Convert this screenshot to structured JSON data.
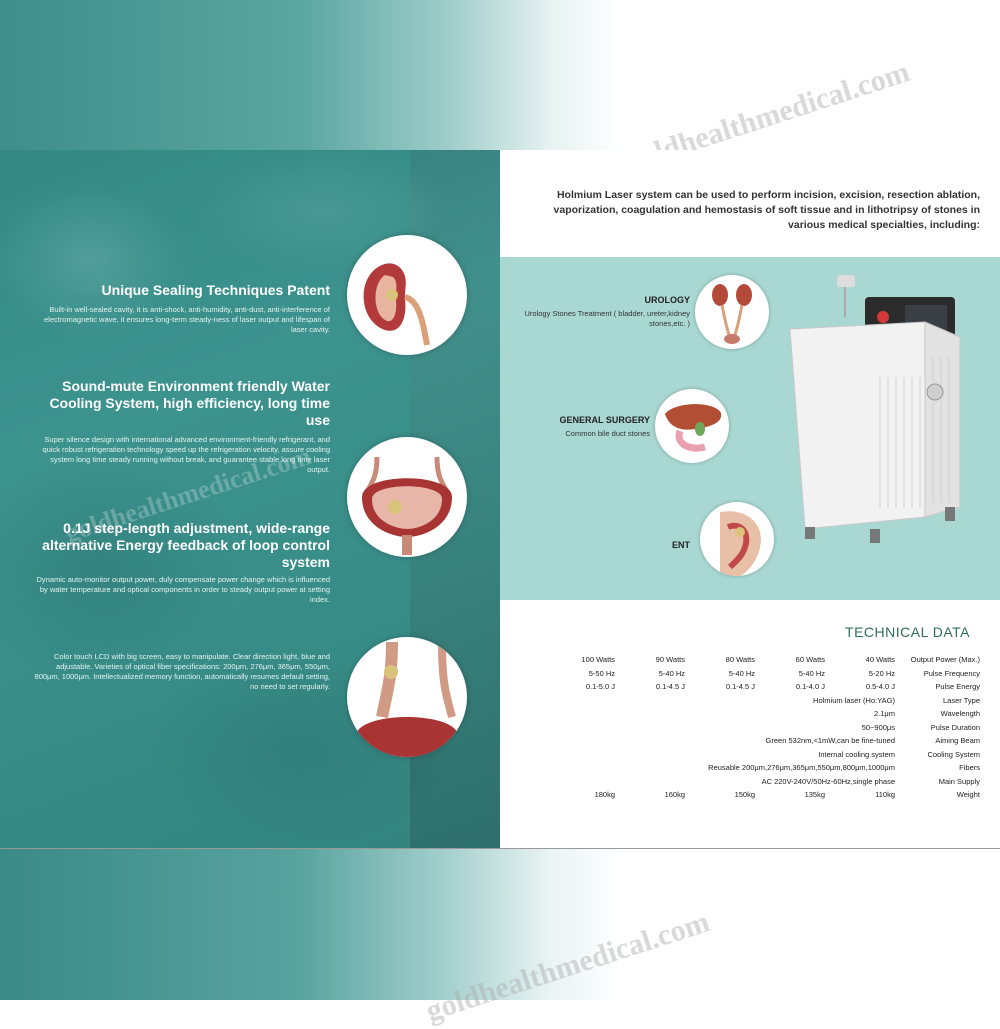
{
  "watermark": "goldhealthmedical.com",
  "left_page": {
    "features": [
      {
        "title": "Unique Sealing Techniques Patent",
        "text": "Built-in well-sealed cavity, it is anti-shock, anti-humidity, anti-dust, anti-interference of electromagnetic wave, it ensures long-term steady-ness of laser output and lifespan of laser cavity."
      },
      {
        "title": "Sound-mute Environment friendly Water Cooling System, high efficiency, long time use",
        "text": "Super silence design with international advanced environment-friendly refrigerant, and quick robust refrigeration technology speed up the refrigeration velocity, assure cooling system long time steady running without break, and guarantee stable long time laser output."
      },
      {
        "title": "0.1J step-length adjustment, wide-range alternative Energy feedback of loop control system",
        "text": "Dynamic auto-monitor output power, duly compensate power change which is influenced by water temperature and optical components in order to steady output power at setting index."
      },
      {
        "title": "",
        "text": "Color touch LCD with big screen, easy to manipulate. Clear direction light, blue and adjustable. Varieties of optical fiber specifications: 200μm, 276μm, 365μm, 550μm, 800μm, 1000μm. Intellectualized memory function, automatically resumes default setting, no need to set regularly."
      }
    ]
  },
  "right_page": {
    "intro": "Holmium Laser system can be used to perform incision, excision, resection ablation, vaporization, coagulation and hemostasis of soft tissue and in lithotripsy of stones in various medical specialties, including:",
    "specialties": [
      {
        "title": "UROLOGY",
        "desc": "Urology Stones Treatment ( bladder, ureter,kidney stones,etc. )"
      },
      {
        "title": "GENERAL SURGERY",
        "desc": "Common bile duct stones"
      },
      {
        "title": "ENT",
        "desc": ""
      }
    ],
    "technical_title": "TECHNICAL DATA",
    "technical": {
      "rows": [
        {
          "label": "Output Power (Max.)",
          "values": [
            "40 Watts",
            "60 Watts",
            "80 Watts",
            "90 Watts",
            "100 Watts"
          ]
        },
        {
          "label": "Pulse Frequency",
          "values": [
            "5-20 Hz",
            "5-40 Hz",
            "5-40 Hz",
            "5-40 Hz",
            "5-50 Hz"
          ]
        },
        {
          "label": "Pulse Energy",
          "values": [
            "0.5-4.0 J",
            "0.1-4.0 J",
            "0.1-4.5 J",
            "0.1-4.5 J",
            "0.1-5.0 J"
          ]
        },
        {
          "label": "Laser Type",
          "values": [
            "Holmium laser (Ho:YAG)"
          ]
        },
        {
          "label": "Wavelength",
          "values": [
            "2.1μm"
          ]
        },
        {
          "label": "Pulse Duration",
          "values": [
            "50~900μs"
          ]
        },
        {
          "label": "Aiming Beam",
          "values": [
            "Green 532nm,<1mW,can be fine-tuned"
          ]
        },
        {
          "label": "Cooling System",
          "values": [
            "Internal cooling system"
          ]
        },
        {
          "label": "Fibers",
          "values": [
            "Reusable 200μm,276μm,365μm,550μm,800μm,1000μm"
          ]
        },
        {
          "label": "Main Supply",
          "values": [
            "AC 220V-240V/50Hz-60Hz,single phase"
          ]
        },
        {
          "label": "Weight",
          "values": [
            "110kg",
            "135kg",
            "150kg",
            "160kg",
            "180kg"
          ]
        }
      ]
    }
  }
}
